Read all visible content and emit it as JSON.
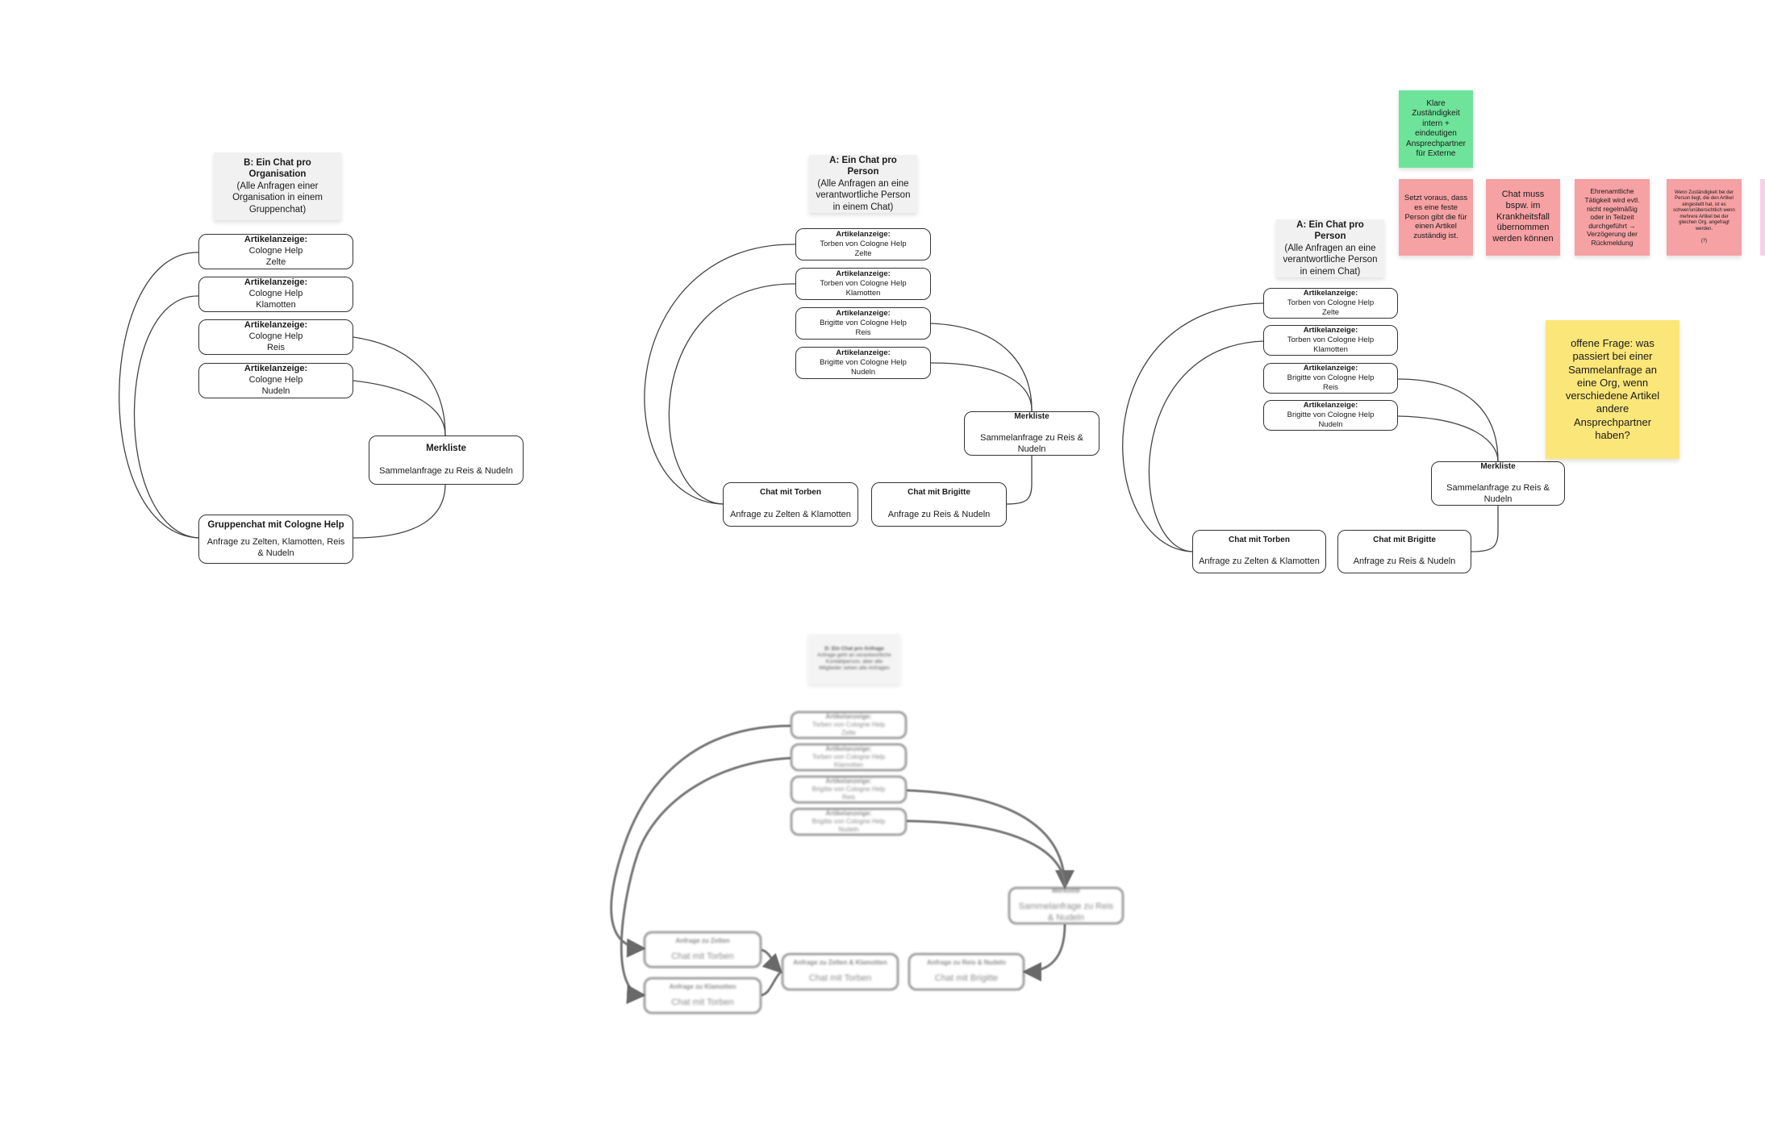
{
  "colors": {
    "line": "#444444",
    "note_grey": "#f1f1f1",
    "sticky_green": "#6ee39a",
    "sticky_red": "#f6a1a4",
    "sticky_yellow": "#fbe67a",
    "sticky_pink": "#f9cfe8"
  },
  "board_b": {
    "note": {
      "title": "B: Ein Chat pro Organisation",
      "body": "(Alle Anfragen einer Organisation in einem Gruppenchat)"
    },
    "items": [
      {
        "title": "Artikelanzeige:",
        "body": "Cologne Help\nZelte"
      },
      {
        "title": "Artikelanzeige:",
        "body": "Cologne Help\nKlamotten"
      },
      {
        "title": "Artikelanzeige:",
        "body": "Cologne Help\nReis"
      },
      {
        "title": "Artikelanzeige:",
        "body": "Cologne Help\nNudeln"
      }
    ],
    "merkliste": {
      "title": "Merkliste",
      "body": "Sammelanfrage zu Reis & Nudeln"
    },
    "chat": {
      "title": "Gruppenchat mit Cologne Help",
      "body": "Anfrage zu Zelten, Klamotten, Reis & Nudeln"
    }
  },
  "board_a1": {
    "note": {
      "title": "A: Ein Chat pro Person",
      "body": "(Alle Anfragen an eine verantwortliche Person in einem Chat)"
    },
    "items": [
      {
        "title": "Artikelanzeige:",
        "body": "Torben von Cologne Help\nZelte"
      },
      {
        "title": "Artikelanzeige:",
        "body": "Torben von Cologne Help\nKlamotten"
      },
      {
        "title": "Artikelanzeige:",
        "body": "Brigitte von Cologne Help\nReis"
      },
      {
        "title": "Artikelanzeige:",
        "body": "Brigitte von Cologne Help\nNudeln"
      }
    ],
    "merkliste": {
      "title": "Merkliste",
      "body": "Sammelanfrage zu Reis & Nudeln"
    },
    "chat_torben": {
      "title": "Chat mit Torben",
      "body": "Anfrage zu Zelten & Klamotten"
    },
    "chat_brigitte": {
      "title": "Chat mit Brigitte",
      "body": "Anfrage zu Reis & Nudeln"
    }
  },
  "board_a2": {
    "note": {
      "title": "A: Ein Chat pro Person",
      "body": "(Alle Anfragen an eine verantwortliche Person in einem Chat)"
    },
    "items": [
      {
        "title": "Artikelanzeige:",
        "body": "Torben von Cologne Help\nZelte"
      },
      {
        "title": "Artikelanzeige:",
        "body": "Torben von Cologne Help\nKlamotten"
      },
      {
        "title": "Artikelanzeige:",
        "body": "Brigitte von Cologne Help\nReis"
      },
      {
        "title": "Artikelanzeige:",
        "body": "Brigitte von Cologne Help\nNudeln"
      }
    ],
    "merkliste": {
      "title": "Merkliste",
      "body": "Sammelanfrage zu Reis & Nudeln"
    },
    "chat_torben": {
      "title": "Chat mit Torben",
      "body": "Anfrage zu Zelten & Klamotten"
    },
    "chat_brigitte": {
      "title": "Chat mit Brigitte",
      "body": "Anfrage zu Reis & Nudeln"
    }
  },
  "stickies": {
    "green": "Klare Zuständigkeit intern + eindeutigen Ansprechpartner für Externe",
    "red1": "Setzt voraus, dass es eine feste Person gibt die für einen Artikel zuständig ist.",
    "red2": "Chat muss bspw. im Krankheitsfall übernommen werden können",
    "red3": "Ehrenamtliche Tätigkeit wird evtl. nicht regelmäßig oder in Teilzeit durchgeführt → Verzögerung der Rückmeldung",
    "red4": "Wenn Zuständigkeit bei der Person liegt, die den Artikel eingestellt hat, ist es schwer/unübersichtlich wenn mehrere Artikel bei der gleichen Org. angefragt werden.\n\n(?)",
    "yellow": "offene Frage: was passiert bei einer Sammelanfrage an eine Org, wenn verschiedene Artikel andere Ansprechpartner haben?"
  },
  "board_d": {
    "note": {
      "title": "D: Ein Chat pro Anfrage",
      "body": "Anfrage geht an verantwortliche Kontaktperson, aber alle Mitglieder sehen alle Anfragen"
    },
    "items": [
      {
        "title": "Artikelanzeige:",
        "body": "Torben von Cologne Help\nZelte"
      },
      {
        "title": "Artikelanzeige:",
        "body": "Torben von Cologne Help\nKlamotten"
      },
      {
        "title": "Artikelanzeige:",
        "body": "Brigitte von Cologne Help\nReis"
      },
      {
        "title": "Artikelanzeige:",
        "body": "Brigitte von Cologne Help\nNudeln"
      }
    ],
    "merkliste": {
      "title": "Merkliste",
      "body": "Sammelanfrage zu Reis & Nudeln"
    },
    "anfrage_zelten": {
      "title": "Anfrage zu Zelten",
      "body": "Chat mit Torben"
    },
    "anfrage_klamotten": {
      "title": "Anfrage zu Klamotten",
      "body": "Chat mit Torben"
    },
    "anfrage_zk": {
      "title": "Anfrage zu Zelten & Klamotten",
      "body": "Chat mit Torben"
    },
    "anfrage_rn": {
      "title": "Anfrage zu Reis & Nudeln",
      "body": "Chat mit Brigitte"
    }
  }
}
